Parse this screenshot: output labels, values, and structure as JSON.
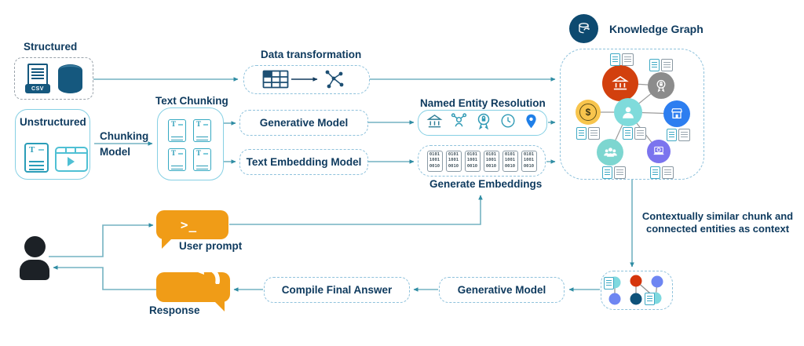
{
  "colors": {
    "text": "#0e3a5e",
    "line_teal": "#74b2c2",
    "arrow_teal": "#2e8ca3",
    "edge_gray": "#9b9b9b",
    "dashed_border": "#8fc2dc",
    "solid_border": "#86d0e4",
    "gray_dashed_border": "#9aa3ab",
    "icon_navy": "#15587e",
    "icon_teal": "#2b9db8",
    "orange": "#f09c17",
    "kg_node_colors": {
      "bank": "#d2400e",
      "badge": "#8c8c8c",
      "money": "#f8c54d",
      "person": "#7fdbdb",
      "store": "#2d7ef0",
      "group": "#7dd6d0",
      "device": "#7b74ee"
    },
    "mini_nodes": {
      "cyan": "#7fd9df",
      "blue": "#6e86f2",
      "red": "#d5350c",
      "navy": "#0e527a"
    }
  },
  "sources": {
    "structured_label": "Structured",
    "csv_badge": "CSV",
    "unstructured_label": "Unstructured"
  },
  "chunking": {
    "model_line1": "Chunking",
    "model_line2": "Model",
    "text_chunking_label": "Text Chunking",
    "doc_letter": "T"
  },
  "transform": {
    "label": "Data transformation"
  },
  "models": {
    "generative_model_label": "Generative Model",
    "text_embedding_model_label": "Text Embedding Model"
  },
  "ner": {
    "label": "Named Entity Resolution"
  },
  "embeddings": {
    "label": "Generate Embeddings",
    "chip_rows": [
      "0101",
      "1001",
      "0010"
    ]
  },
  "knowledge_graph": {
    "label": "Knowledge Graph",
    "dollar": "$",
    "nodes": [
      "bank",
      "badge",
      "money",
      "person",
      "store",
      "group",
      "device"
    ]
  },
  "context_note": {
    "line1": "Contextually similar chunk and",
    "line2": "connected entities as context"
  },
  "qa": {
    "user_prompt_label": "User prompt",
    "prompt_glyph": ">_",
    "response_label": "Response",
    "compile_final_answer_label": "Compile Final Answer",
    "generative_model_label": "Generative Model"
  }
}
